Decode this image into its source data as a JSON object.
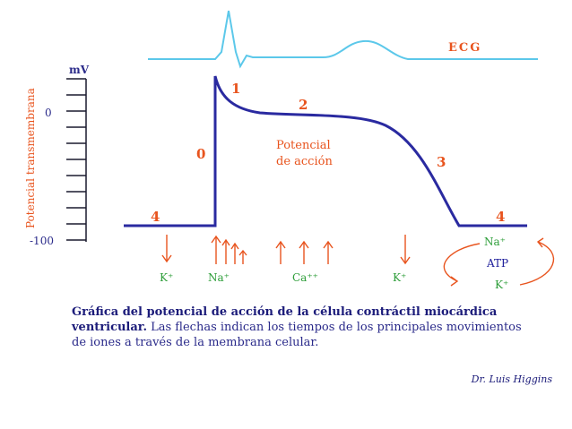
{
  "ecg": {
    "label": "ECG",
    "color": "#5cc8ea"
  },
  "axis": {
    "unit": "mV",
    "ylabel": "Potencial transmembrana",
    "tick_top": "0",
    "tick_bottom": "-100"
  },
  "curve": {
    "color": "#2a2aa0",
    "label_line1": "Potencial",
    "label_line2": "de acción"
  },
  "phases": [
    "0",
    "1",
    "2",
    "3",
    "4",
    "4"
  ],
  "ions": {
    "k1": "K⁺",
    "na": "Na⁺",
    "ca": "Ca⁺⁺",
    "k2": "K⁺",
    "pump_na": "Na⁺",
    "pump_atp": "ATP",
    "pump_k": "K⁺"
  },
  "caption": {
    "bold": "Gráfica del potencial de acción de la célula contráctil miocárdica ventricular.",
    "rest": " Las flechas indican los tiempos de los principales movimientos de iones a través de la membrana celular."
  },
  "author": "Dr. Luis Higgins"
}
